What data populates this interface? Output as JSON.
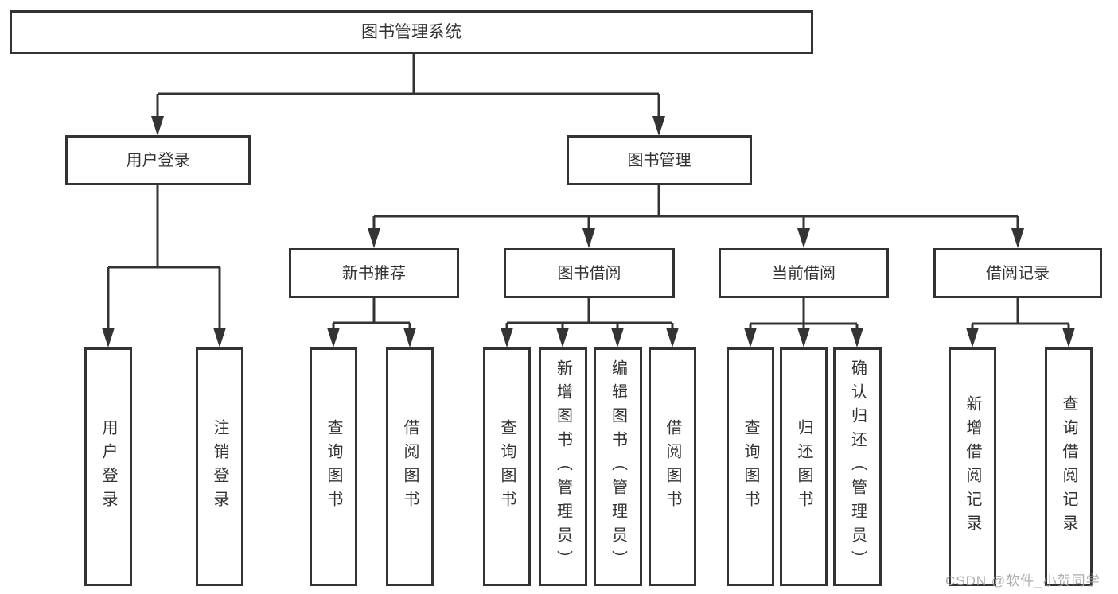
{
  "diagram_title": "图书管理系统",
  "watermark": {
    "text": "CSDN @软件_小贺同学"
  },
  "colors": {
    "line": "#333333",
    "text": "#333333",
    "box_background": "#ffffff",
    "watermark": "#a5a5a5",
    "page_background": "#ffffff"
  },
  "tree": {
    "label": "图书管理系统",
    "children": [
      {
        "label": "用户登录",
        "children": [
          {
            "label": "用户登录"
          },
          {
            "label": "注销登录"
          }
        ]
      },
      {
        "label": "图书管理",
        "children": [
          {
            "label": "新书推荐",
            "children": [
              {
                "label": "查询图书"
              },
              {
                "label": "借阅图书"
              }
            ]
          },
          {
            "label": "图书借阅",
            "children": [
              {
                "label": "查询图书"
              },
              {
                "label": "新增图书（管理员）"
              },
              {
                "label": "编辑图书（管理员）"
              },
              {
                "label": "借阅图书"
              }
            ]
          },
          {
            "label": "当前借阅",
            "children": [
              {
                "label": "查询图书"
              },
              {
                "label": "归还图书"
              },
              {
                "label": "确认归还（管理员）"
              }
            ]
          },
          {
            "label": "借阅记录",
            "children": [
              {
                "label": "新增借阅记录"
              },
              {
                "label": "查询借阅记录"
              }
            ]
          }
        ]
      }
    ]
  }
}
